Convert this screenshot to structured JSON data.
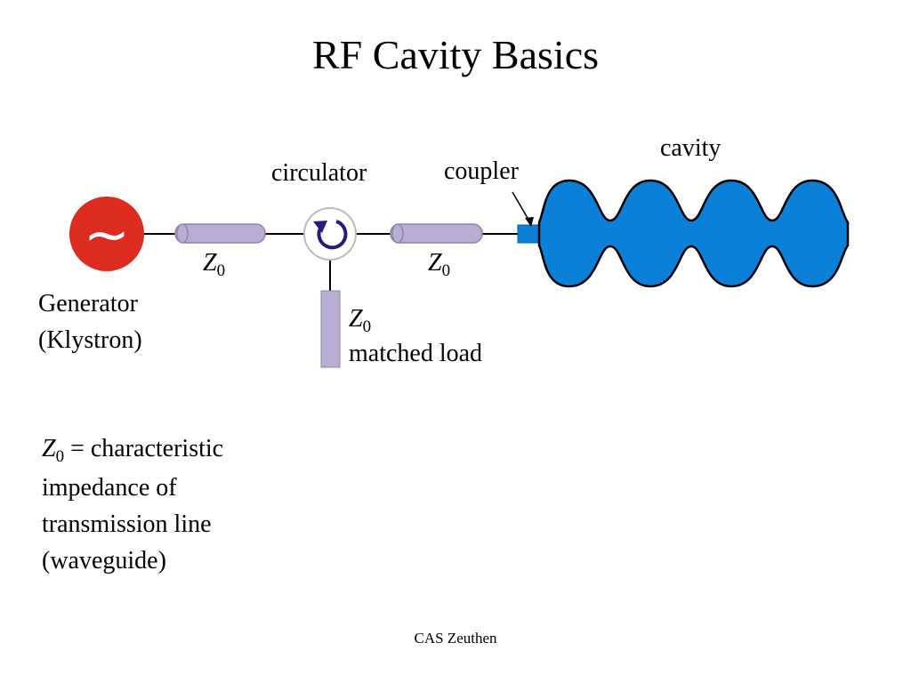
{
  "title": "RF Cavity Basics",
  "labels": {
    "generator_line1": "Generator",
    "generator_line2": "(Klystron)",
    "circulator": "circulator",
    "coupler": "coupler",
    "cavity": "cavity",
    "z_symbol": "Z",
    "z_subscript": "0",
    "matched_load": "matched load",
    "generator_symbol": "~"
  },
  "note": {
    "eq_rest": " = characteristic",
    "line2": "impedance of",
    "line3": "transmission line",
    "line4": "(waveguide)"
  },
  "footer": "CAS Zeuthen",
  "colors": {
    "generator": "#dd2b1f",
    "line": "#b8aed4",
    "circulator_arrow": "#2a1a7a",
    "cavity": "#0a80d8",
    "coupler": "#0a80d8"
  }
}
